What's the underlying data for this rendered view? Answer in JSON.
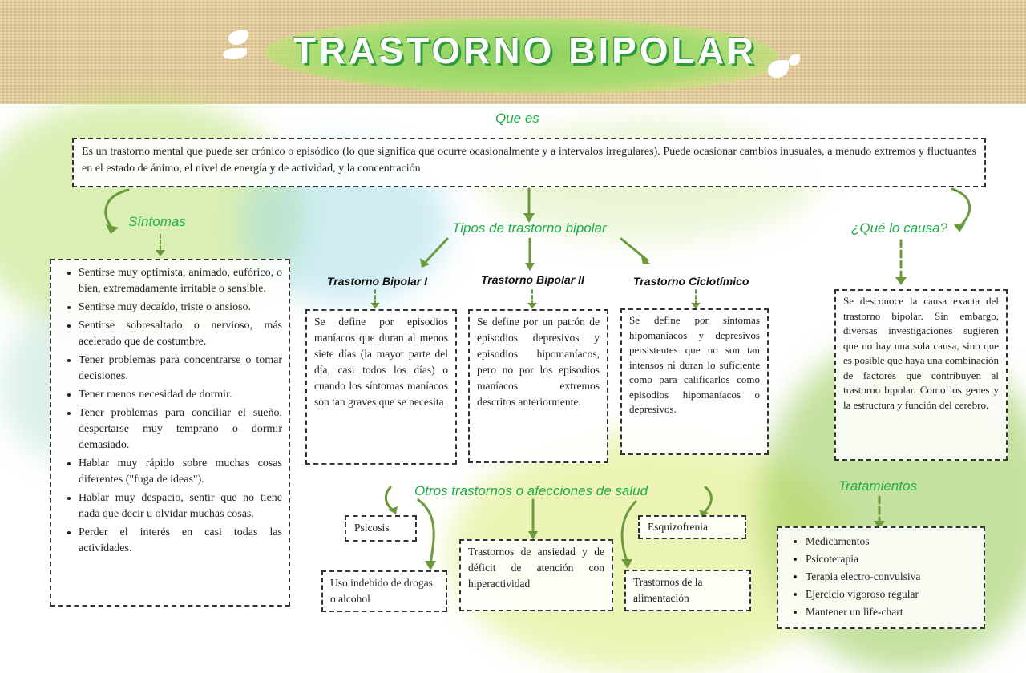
{
  "title": "TRASTORNO BIPOLAR",
  "colors": {
    "heading_green": "#1fae4a",
    "arrow_green": "#6a9a3a",
    "banner_green": "#8fd160",
    "band_beige": "#e2c996"
  },
  "que_es": {
    "heading": "Que es",
    "text": "Es un trastorno mental que puede ser crónico o episódico (lo que significa que ocurre ocasionalmente y a intervalos irregulares). Puede ocasionar cambios inusuales, a menudo extremos y fluctuantes en el estado de ánimo, el nivel de energía y de actividad, y la concentración."
  },
  "sintomas": {
    "heading": "Síntomas",
    "items": [
      "Sentirse muy optimista, animado, eufórico, o bien, extremadamente irritable o sensible.",
      "Sentirse muy decaído, triste o ansioso.",
      "Sentirse sobresaltado o nervioso, más acelerado que de costumbre.",
      "Tener problemas para concentrarse o tomar decisiones.",
      "Tener menos necesidad de dormir.",
      "Tener problemas para conciliar el sueño, despertarse muy temprano o dormir demasiado.",
      "Hablar muy rápido sobre muchas cosas diferentes (\"fuga de ideas\").",
      "Hablar muy despacio, sentir que no tiene nada que decir u olvidar muchas cosas.",
      "Perder el interés en casi todas las actividades."
    ]
  },
  "tipos": {
    "heading": "Tipos de trastorno bipolar",
    "items": [
      {
        "title": "Trastorno Bipolar I",
        "text": "Se define por episodios maníacos que duran al menos siete días (la mayor parte del día, casi todos los días) o cuando los síntomas maníacos son tan graves que se necesita"
      },
      {
        "title": "Trastorno Bipolar II",
        "text": "Se define por un patrón de episodios depresivos y episodios hipomaníacos, pero no por los episodios maníacos extremos descritos anteriormente."
      },
      {
        "title": "Trastorno Ciclotímico",
        "text": "Se define por síntomas hipomaníacos y depresivos persistentes que no son tan intensos ni duran lo suficiente como para calificarlos como episodios hipomaníacos o depresivos."
      }
    ]
  },
  "causa": {
    "heading": "¿Qué lo causa?",
    "text": "Se desconoce la causa exacta del trastorno bipolar. Sin embargo, diversas investigaciones sugieren que no hay una sola causa, sino que es posible que haya una combinación de factores que contribuyen al trastorno bipolar. Como los genes y la estructura y función del cerebro."
  },
  "otros": {
    "heading": "Otros trastornos o afecciones de salud",
    "items": [
      "Psicosis",
      "Uso indebido de drogas o alcohol",
      "Trastornos de ansiedad y de déficit de atención con hiperactividad",
      "Esquizofrenia",
      "Trastornos de la alimentación"
    ]
  },
  "tratamientos": {
    "heading": "Tratamientos",
    "items": [
      "Medicamentos",
      "Psicoterapia",
      "Terapia electro-convulsiva",
      "Ejercicio vigoroso regular",
      "Mantener un life-chart"
    ]
  }
}
